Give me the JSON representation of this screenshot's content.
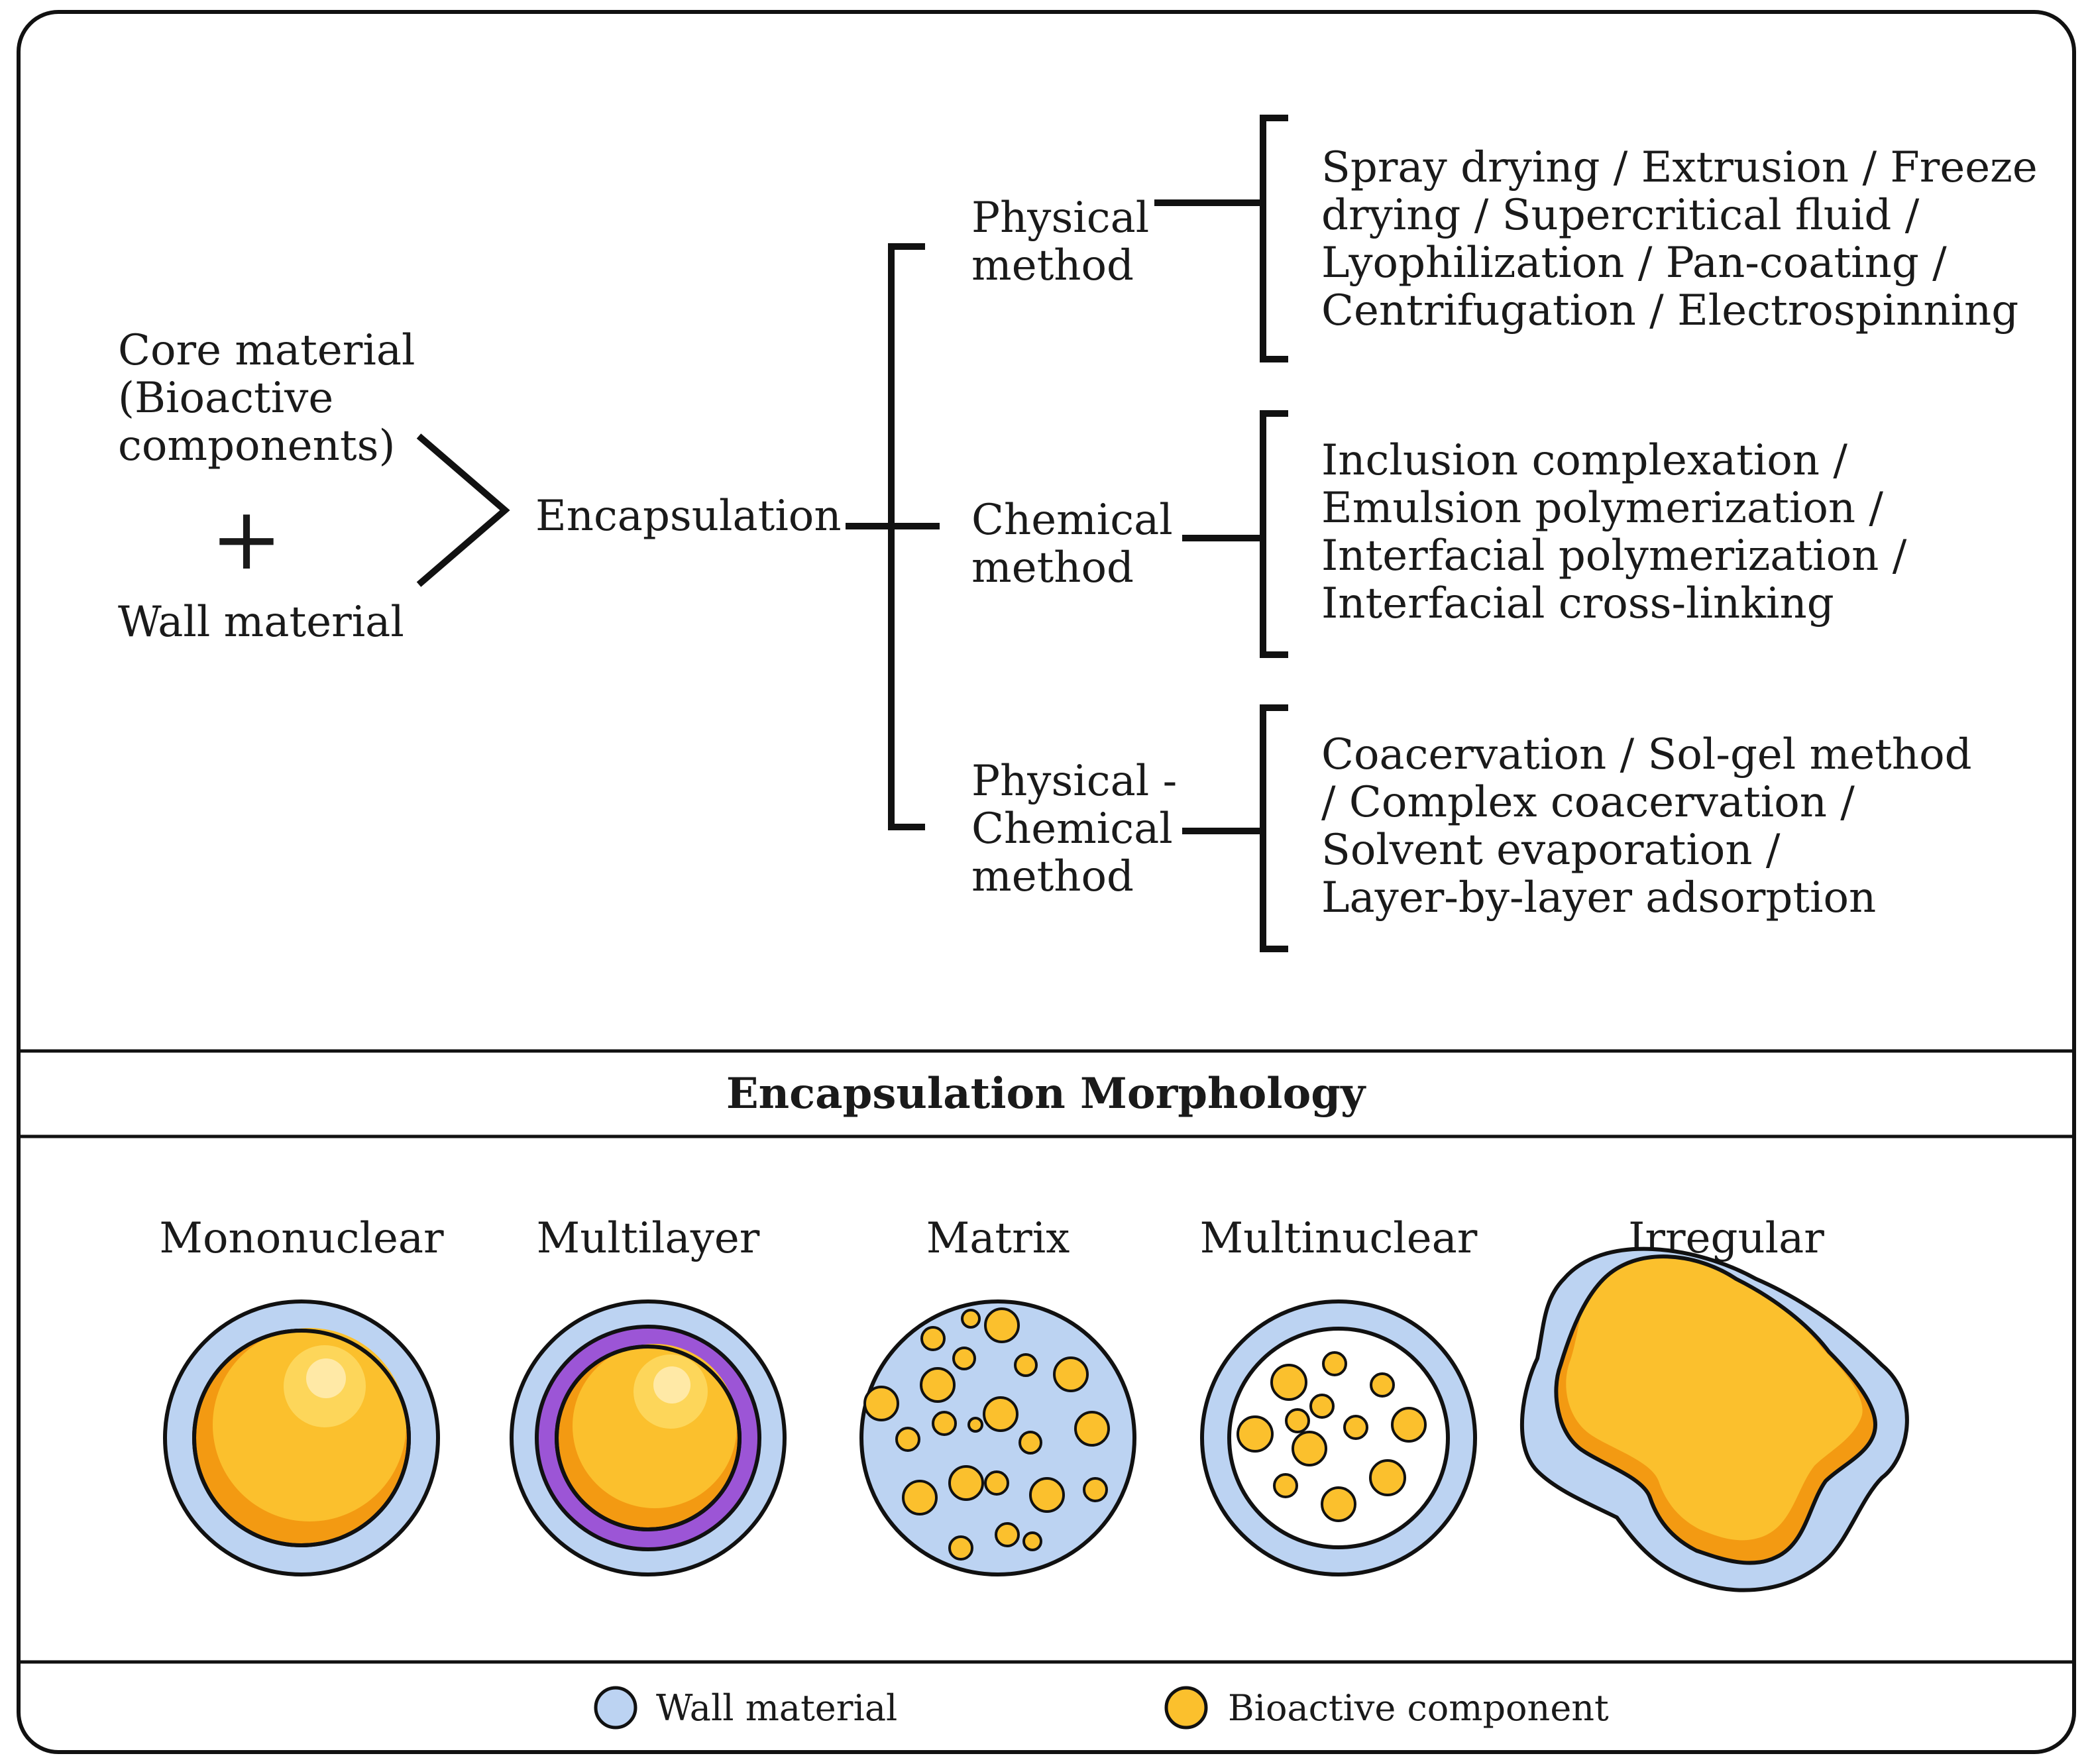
{
  "left": {
    "core_lines": [
      "Core material",
      "(Bioactive",
      "components)"
    ],
    "plus": "+",
    "wall": "Wall material"
  },
  "center": {
    "label": "Encapsulation"
  },
  "methods": [
    {
      "name_lines": [
        "Physical",
        "method"
      ],
      "technique_lines": [
        "Spray drying / Extrusion / Freeze",
        "drying / Supercritical fluid /",
        "Lyophilization / Pan-coating /",
        "Centrifugation / Electrospinning"
      ]
    },
    {
      "name_lines": [
        "Chemical",
        "method"
      ],
      "technique_lines": [
        "Inclusion complexation /",
        "Emulsion polymerization /",
        "Interfacial polymerization /",
        "Interfacial cross-linking"
      ]
    },
    {
      "name_lines": [
        "Physical -",
        "Chemical",
        "method"
      ],
      "technique_lines": [
        "Coacervation / Sol-gel method",
        "/ Complex coacervation /",
        "Solvent evaporation /",
        "Layer-by-layer adsorption"
      ]
    }
  ],
  "morphology": {
    "title": "Encapsulation Morphology",
    "types": [
      {
        "label": "Mononuclear",
        "icon": "mononuclear-capsule-icon"
      },
      {
        "label": "Multilayer",
        "icon": "multilayer-capsule-icon"
      },
      {
        "label": "Matrix",
        "icon": "matrix-capsule-icon"
      },
      {
        "label": "Multinuclear",
        "icon": "multinuclear-capsule-icon"
      },
      {
        "label": "Irregular",
        "icon": "irregular-capsule-icon"
      }
    ]
  },
  "legend": [
    {
      "label": "Wall material",
      "color": "#bcd3f2"
    },
    {
      "label": "Bioactive component",
      "color": "#fbc02d"
    }
  ],
  "colors": {
    "wall": "#bcd3f2",
    "core": "#fbc02d",
    "core_shadow": "#f39a12",
    "core_highlight": "#ffe48a",
    "inner_layer": "#9c55d6",
    "outline": "#111111"
  }
}
